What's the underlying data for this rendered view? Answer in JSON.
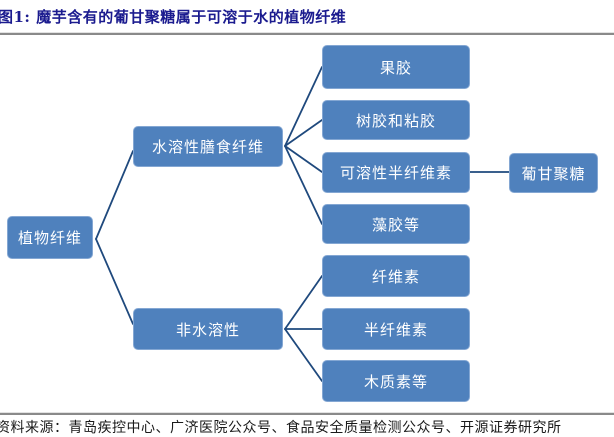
{
  "title": "图1: 魔芋含有的葡甘聚糖属于可溶于水的植物纤维",
  "footer": {
    "source": "资料来源：青岛疾控中心、广济医院公众号、食品安全质量检测公众号、开源证券研究所"
  },
  "colors": {
    "box_fill": "#4F81BD",
    "box_border": "#84A7D3",
    "connector": "#1F497D",
    "title_text": "#1B1B8F",
    "node_text": "#FFFFFF"
  },
  "nodes": {
    "root": "植物纤维",
    "soluble": "水溶性膳食纤维",
    "insoluble": "非水溶性",
    "pectin": "果胶",
    "gum": "树胶和粘胶",
    "soluble_hemicellulose": "可溶性半纤维素",
    "algal": "藻胶等",
    "cellulose": "纤维素",
    "hemicellulose": "半纤维素",
    "lignin": "木质素等",
    "glucomannan": "葡甘聚糖"
  },
  "hierarchy": {
    "root": "植物纤维",
    "children": [
      {
        "label": "水溶性膳食纤维",
        "children": [
          "果胶",
          "树胶和粘胶",
          "可溶性半纤维素",
          "藻胶等"
        ],
        "note": "可溶性半纤维素 → 葡甘聚糖"
      },
      {
        "label": "非水溶性",
        "children": [
          "纤维素",
          "半纤维素",
          "木质素等"
        ]
      }
    ]
  }
}
